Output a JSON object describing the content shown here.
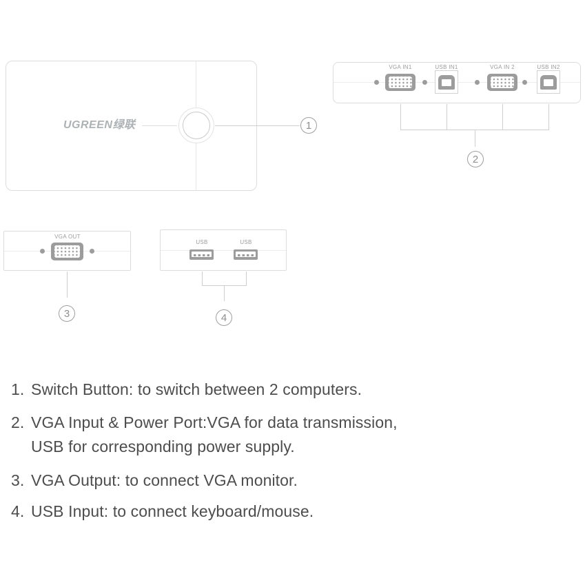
{
  "brand": {
    "logo_text": "UGREEN绿联"
  },
  "colors": {
    "port_gray": "#9c9c9c",
    "border_gray": "#dcdcdc",
    "label_gray": "#9b9b9b",
    "badge_gray": "#9e9e9e",
    "logo_gray": "#adb2b4",
    "legend_text": "#4d4d4d",
    "background": "#ffffff"
  },
  "callouts": {
    "c1": "1",
    "c2": "2",
    "c3": "3",
    "c4": "4"
  },
  "rear_panel": {
    "ports": [
      {
        "label": "VGA IN1",
        "type": "vga"
      },
      {
        "label": "USB IN1",
        "type": "usb-b"
      },
      {
        "label": "VGA IN 2",
        "type": "vga"
      },
      {
        "label": "USB IN2",
        "type": "usb-b"
      }
    ]
  },
  "vga_out_panel": {
    "label": "VGA OUT"
  },
  "usb_panel": {
    "labels": [
      "USB",
      "USB"
    ]
  },
  "legend": {
    "items": [
      {
        "number": "1.",
        "lines": [
          "Switch Button: to switch between 2 computers."
        ]
      },
      {
        "number": "2.",
        "lines": [
          "VGA Input & Power Port:VGA for data transmission,",
          "USB for corresponding power supply."
        ]
      },
      {
        "number": "3.",
        "lines": [
          "VGA Output: to connect VGA monitor."
        ]
      },
      {
        "number": "4.",
        "lines": [
          "USB Input: to connect keyboard/mouse."
        ]
      }
    ]
  }
}
